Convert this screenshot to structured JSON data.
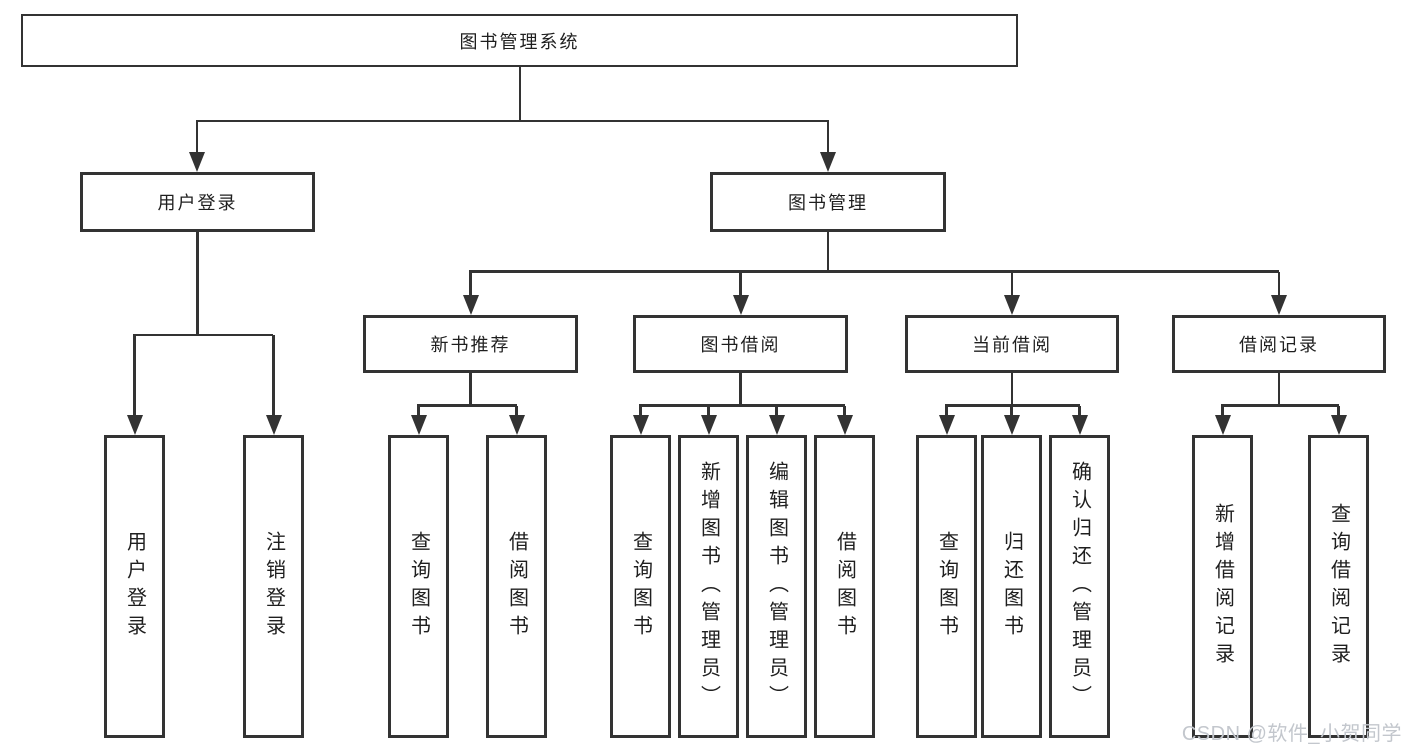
{
  "diagram": {
    "root": {
      "label": "图书管理系统"
    },
    "level2": [
      {
        "label": "用户登录"
      },
      {
        "label": "图书管理"
      }
    ],
    "level3": [
      {
        "label": "新书推荐"
      },
      {
        "label": "图书借阅"
      },
      {
        "label": "当前借阅"
      },
      {
        "label": "借阅记录"
      }
    ],
    "leaves": {
      "user_login": [
        {
          "label": "用户登录"
        },
        {
          "label": "注销登录"
        }
      ],
      "new_book": [
        {
          "label": "查询图书"
        },
        {
          "label": "借阅图书"
        }
      ],
      "book_borrow": [
        {
          "label": "查询图书"
        },
        {
          "label": "新增图书（管理员）"
        },
        {
          "label": "编辑图书（管理员）"
        },
        {
          "label": "借阅图书"
        }
      ],
      "current_borrow": [
        {
          "label": "查询图书"
        },
        {
          "label": "归还图书"
        },
        {
          "label": "确认归还（管理员）"
        }
      ],
      "borrow_record": [
        {
          "label": "新增借阅记录"
        },
        {
          "label": "查询借阅记录"
        }
      ]
    }
  },
  "watermark": {
    "text": "CSDN @软件_小贺同学"
  },
  "colors": {
    "line": "#333333",
    "text": "#1f1f1f",
    "watermark": "#c3c7cd",
    "background": "#ffffff"
  }
}
